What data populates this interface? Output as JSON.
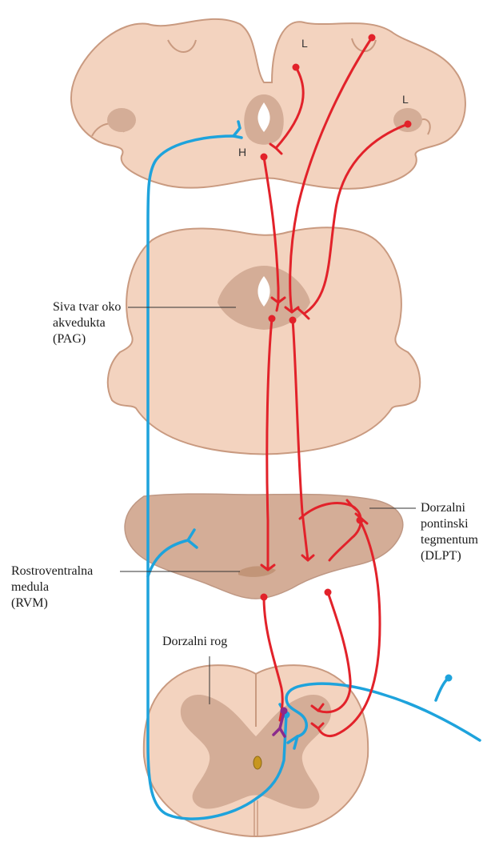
{
  "labels": {
    "pag": [
      "Siva tvar oko",
      "akvedukta",
      "(PAG)"
    ],
    "dlpt": [
      "Dorzalni",
      "pontinski",
      "tegmentum",
      "(DLPT)"
    ],
    "rvm": [
      "Rostroventralna",
      "medula",
      "(RVM)"
    ],
    "dorsal_horn": "Dorzalni rog"
  },
  "markers": {
    "L_top": "L",
    "L_right": "L",
    "H": "H"
  },
  "colors": {
    "tissue": "#f3d3bf",
    "tissue_edge": "#c99a80",
    "grey_matter": "#d4ad97",
    "pain_pathway": "#e2222a",
    "afferent": "#1ea3dc",
    "interneuron": "#8b2a8c"
  }
}
